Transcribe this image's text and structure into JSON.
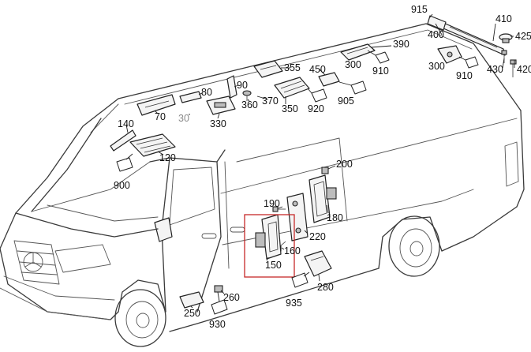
{
  "callouts": [
    {
      "id": "915",
      "text": "915"
    },
    {
      "id": "410",
      "text": "410"
    },
    {
      "id": "400",
      "text": "400"
    },
    {
      "id": "425",
      "text": "425"
    },
    {
      "id": "390",
      "text": "390"
    },
    {
      "id": "300a",
      "text": "300"
    },
    {
      "id": "910a",
      "text": "910"
    },
    {
      "id": "300b",
      "text": "300"
    },
    {
      "id": "910b",
      "text": "910"
    },
    {
      "id": "430",
      "text": "430"
    },
    {
      "id": "420",
      "text": "420"
    },
    {
      "id": "355",
      "text": "355"
    },
    {
      "id": "450",
      "text": "450"
    },
    {
      "id": "90",
      "text": "90"
    },
    {
      "id": "80",
      "text": "80"
    },
    {
      "id": "360",
      "text": "360"
    },
    {
      "id": "370",
      "text": "370"
    },
    {
      "id": "350",
      "text": "350"
    },
    {
      "id": "920",
      "text": "920"
    },
    {
      "id": "905",
      "text": "905"
    },
    {
      "id": "70",
      "text": "70"
    },
    {
      "id": "30",
      "text": "30"
    },
    {
      "id": "330",
      "text": "330"
    },
    {
      "id": "140",
      "text": "140"
    },
    {
      "id": "120",
      "text": "120"
    },
    {
      "id": "900",
      "text": "900"
    },
    {
      "id": "200",
      "text": "200"
    },
    {
      "id": "190",
      "text": "190"
    },
    {
      "id": "180",
      "text": "180"
    },
    {
      "id": "220",
      "text": "220"
    },
    {
      "id": "160",
      "text": "160"
    },
    {
      "id": "150",
      "text": "150"
    },
    {
      "id": "280",
      "text": "280"
    },
    {
      "id": "935",
      "text": "935"
    },
    {
      "id": "260",
      "text": "260"
    },
    {
      "id": "250",
      "text": "250"
    },
    {
      "id": "930",
      "text": "930"
    }
  ],
  "colors": {
    "line": "#222222",
    "highlight": "#c62828",
    "muted_label": "#8a8a8a"
  }
}
